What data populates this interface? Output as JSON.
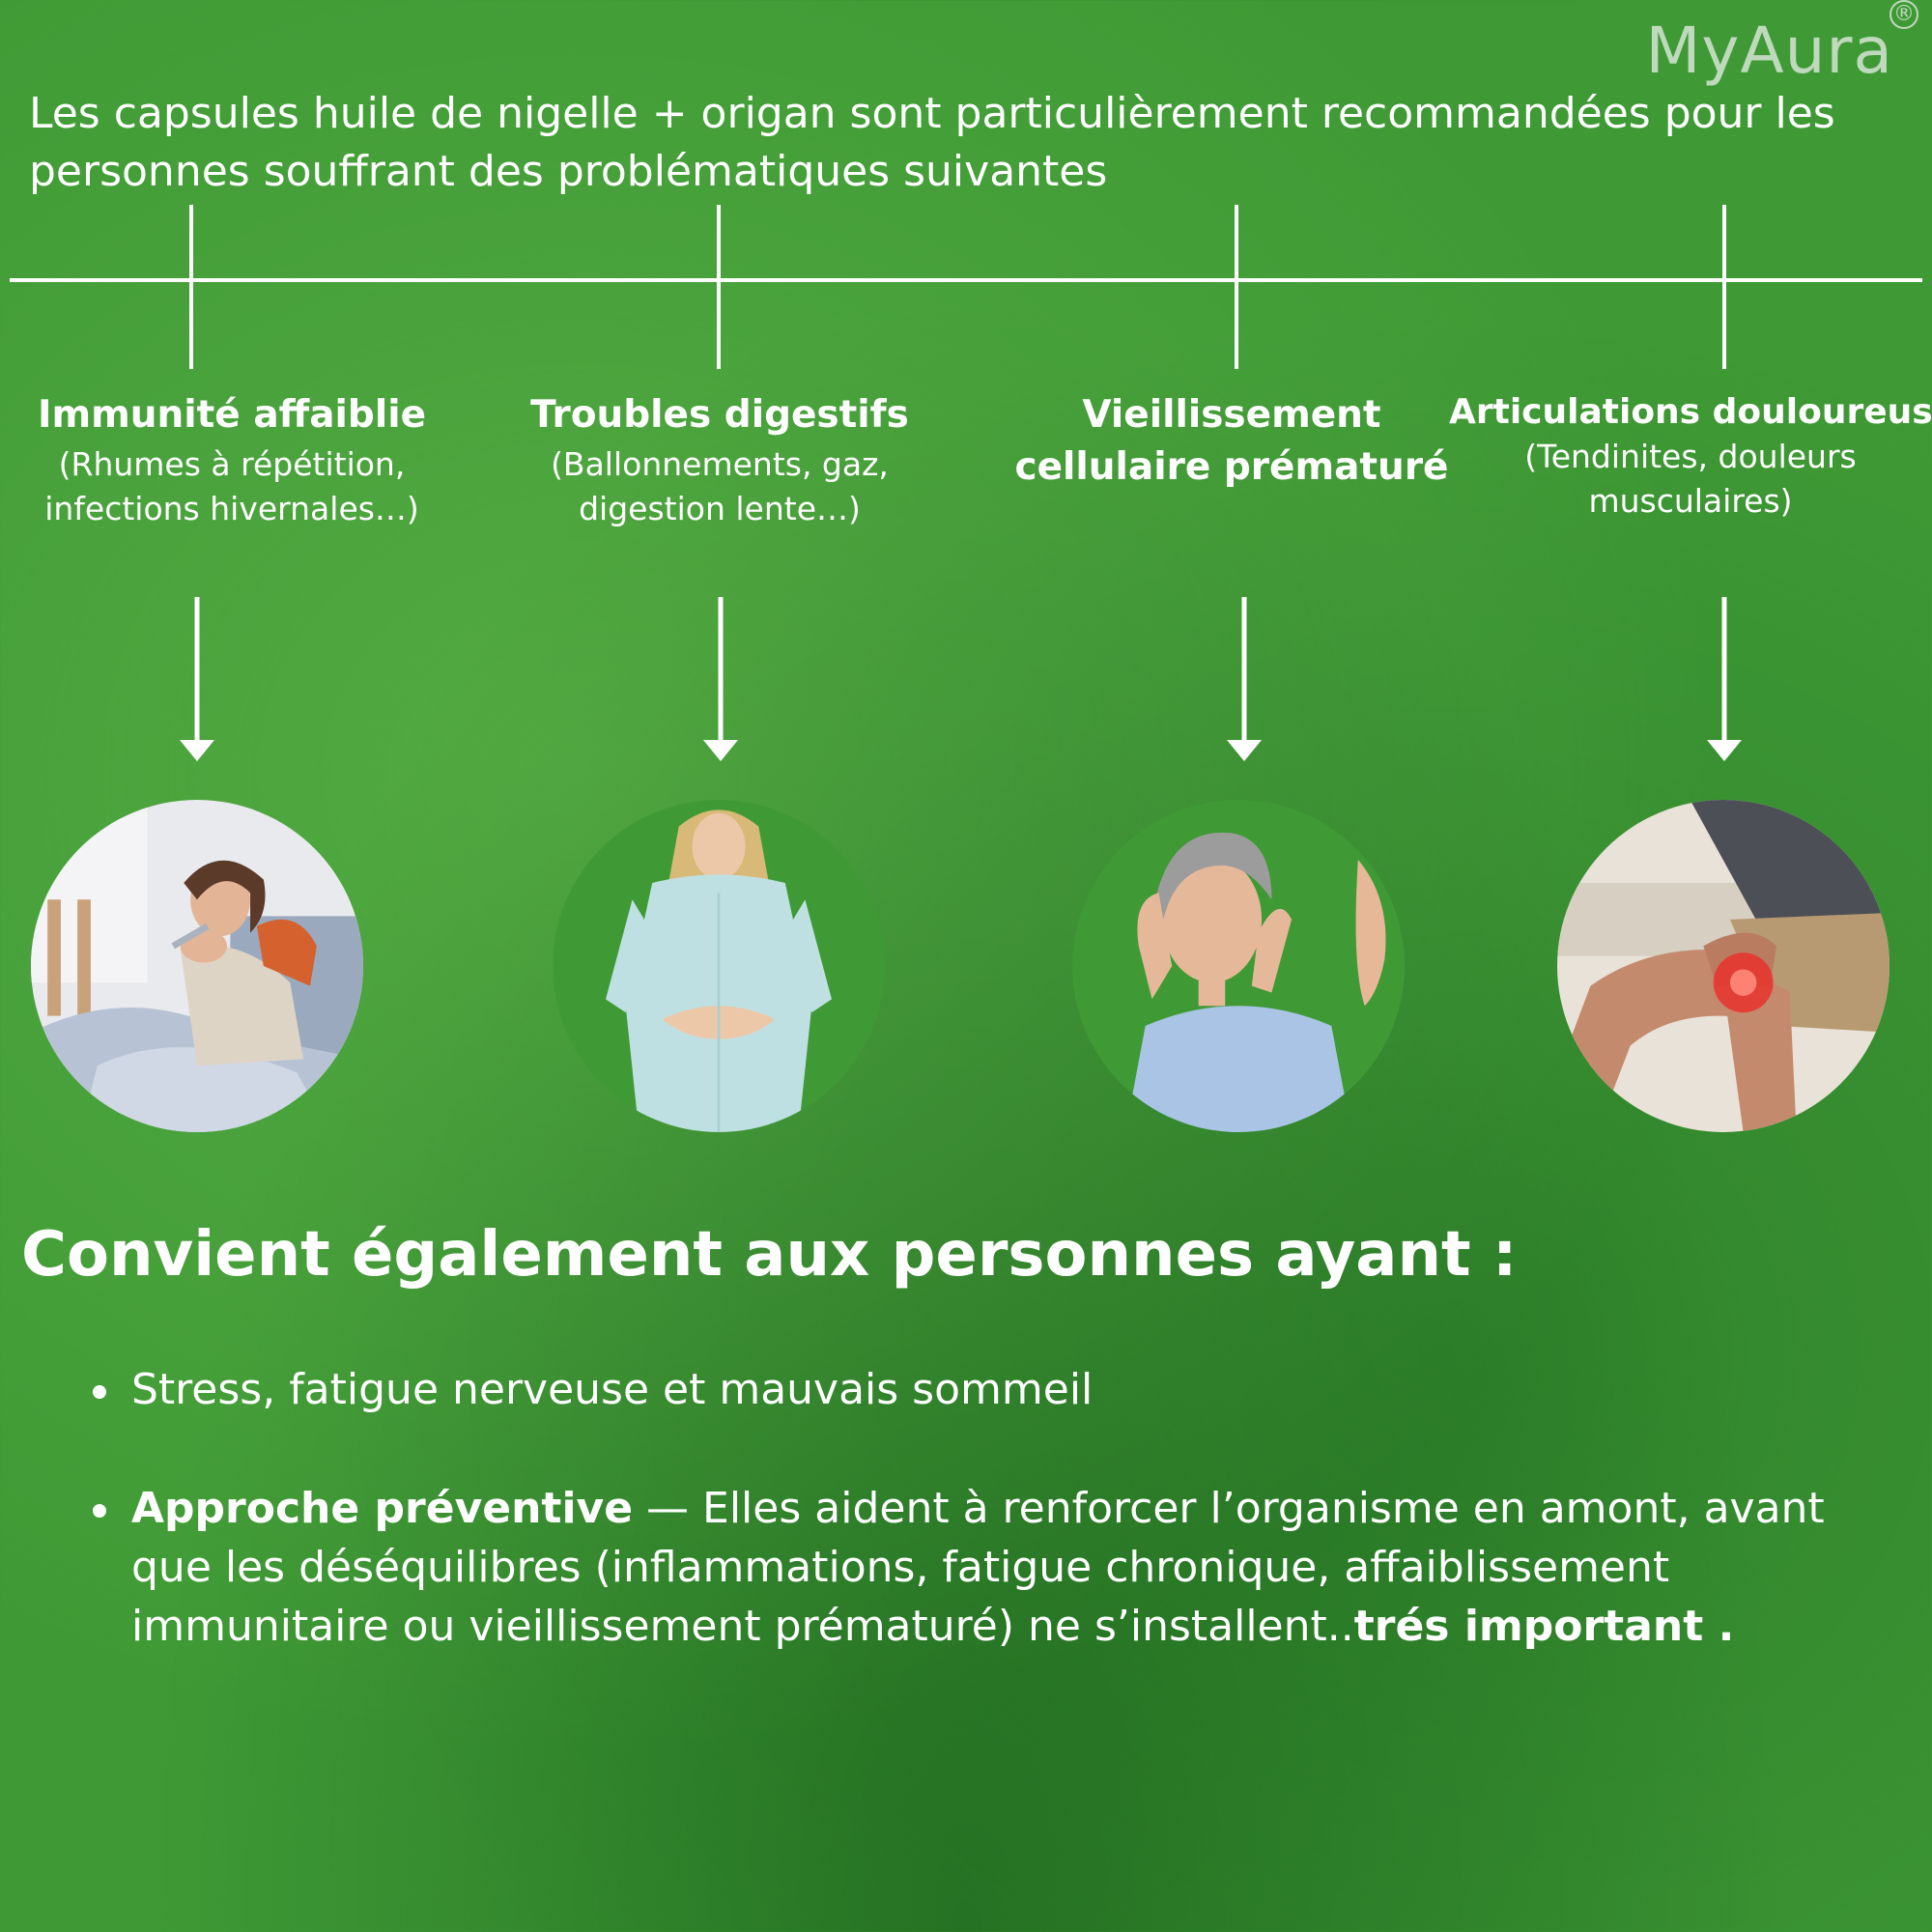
{
  "brand": {
    "name": "MyAura",
    "registered": "®"
  },
  "intro": "Les capsules  huile de nigelle + origan sont particulièrement recommandées pour les personnes souffrant des problématiques suivantes",
  "columns": [
    {
      "title": "Immunité affaiblie",
      "subtitle": "(Rhumes à répétition, infections hivernales…)"
    },
    {
      "title": "Troubles digestifs",
      "subtitle": "(Ballonnements, gaz, digestion lente…)"
    },
    {
      "title": "Vieillissement cellulaire prématuré",
      "subtitle": ""
    },
    {
      "title": "Articulations douloureuses",
      "subtitle": "(Tendinites, douleurs musculaires)"
    }
  ],
  "section": {
    "title": "Convient également aux personnes ayant :",
    "bullet1": "Stress, fatigue nerveuse et mauvais sommeil",
    "bullet2_bold": "Approche préventive",
    "bullet2_text": " — Elles aident à renforcer l’organisme en amont, avant que les déséquilibres (inflammations, fatigue chronique, affaiblissement immunitaire ou vieillissement prématuré) ne s’installent..",
    "bullet2_emphasis": "trés important ."
  },
  "colors": {
    "background": "#3f9a35",
    "text": "#ffffff",
    "pain_highlight": "#e8322e"
  },
  "icons": [
    "arrow-down-icon",
    "bullet-icon"
  ]
}
